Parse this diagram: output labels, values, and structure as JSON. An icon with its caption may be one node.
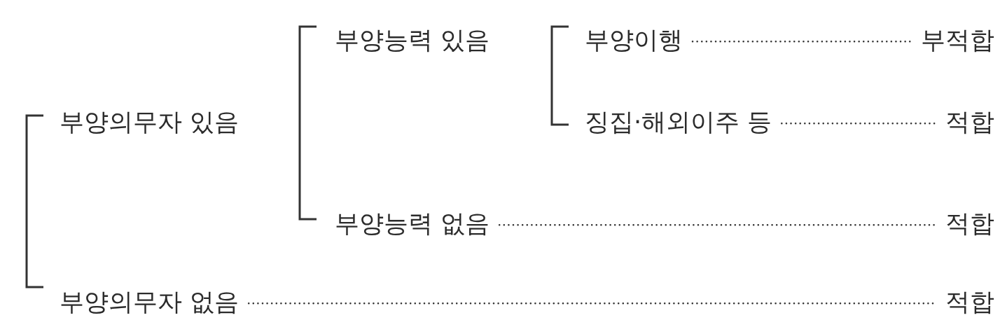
{
  "diagram": {
    "nodes": [
      {
        "text": [
          "부양의무자 있음"
        ]
      },
      {
        "text": [
          "부양능력 있음"
        ]
      },
      {
        "text": [
          "부양이행"
        ]
      },
      {
        "text": [
          "부적합"
        ]
      },
      {
        "text": [
          "징집·해외이주 등"
        ]
      },
      {
        "text": [
          "적합"
        ]
      },
      {
        "text": [
          "부양능력 없음"
        ]
      },
      {
        "text": [
          "적합"
        ]
      },
      {
        "text": [
          "부양의무자 없음"
        ]
      },
      {
        "text": [
          "적합"
        ]
      }
    ],
    "edges": [
      {
        "from": 2,
        "to": 3,
        "arrow": "none",
        "style": "dashed"
      },
      {
        "from": 4,
        "to": 5,
        "arrow": "none",
        "style": "dashed"
      },
      {
        "from": 6,
        "to": 7,
        "arrow": "none",
        "style": "dashed"
      },
      {
        "from": 8,
        "to": 9,
        "arrow": "none",
        "style": "dashed"
      }
    ]
  }
}
